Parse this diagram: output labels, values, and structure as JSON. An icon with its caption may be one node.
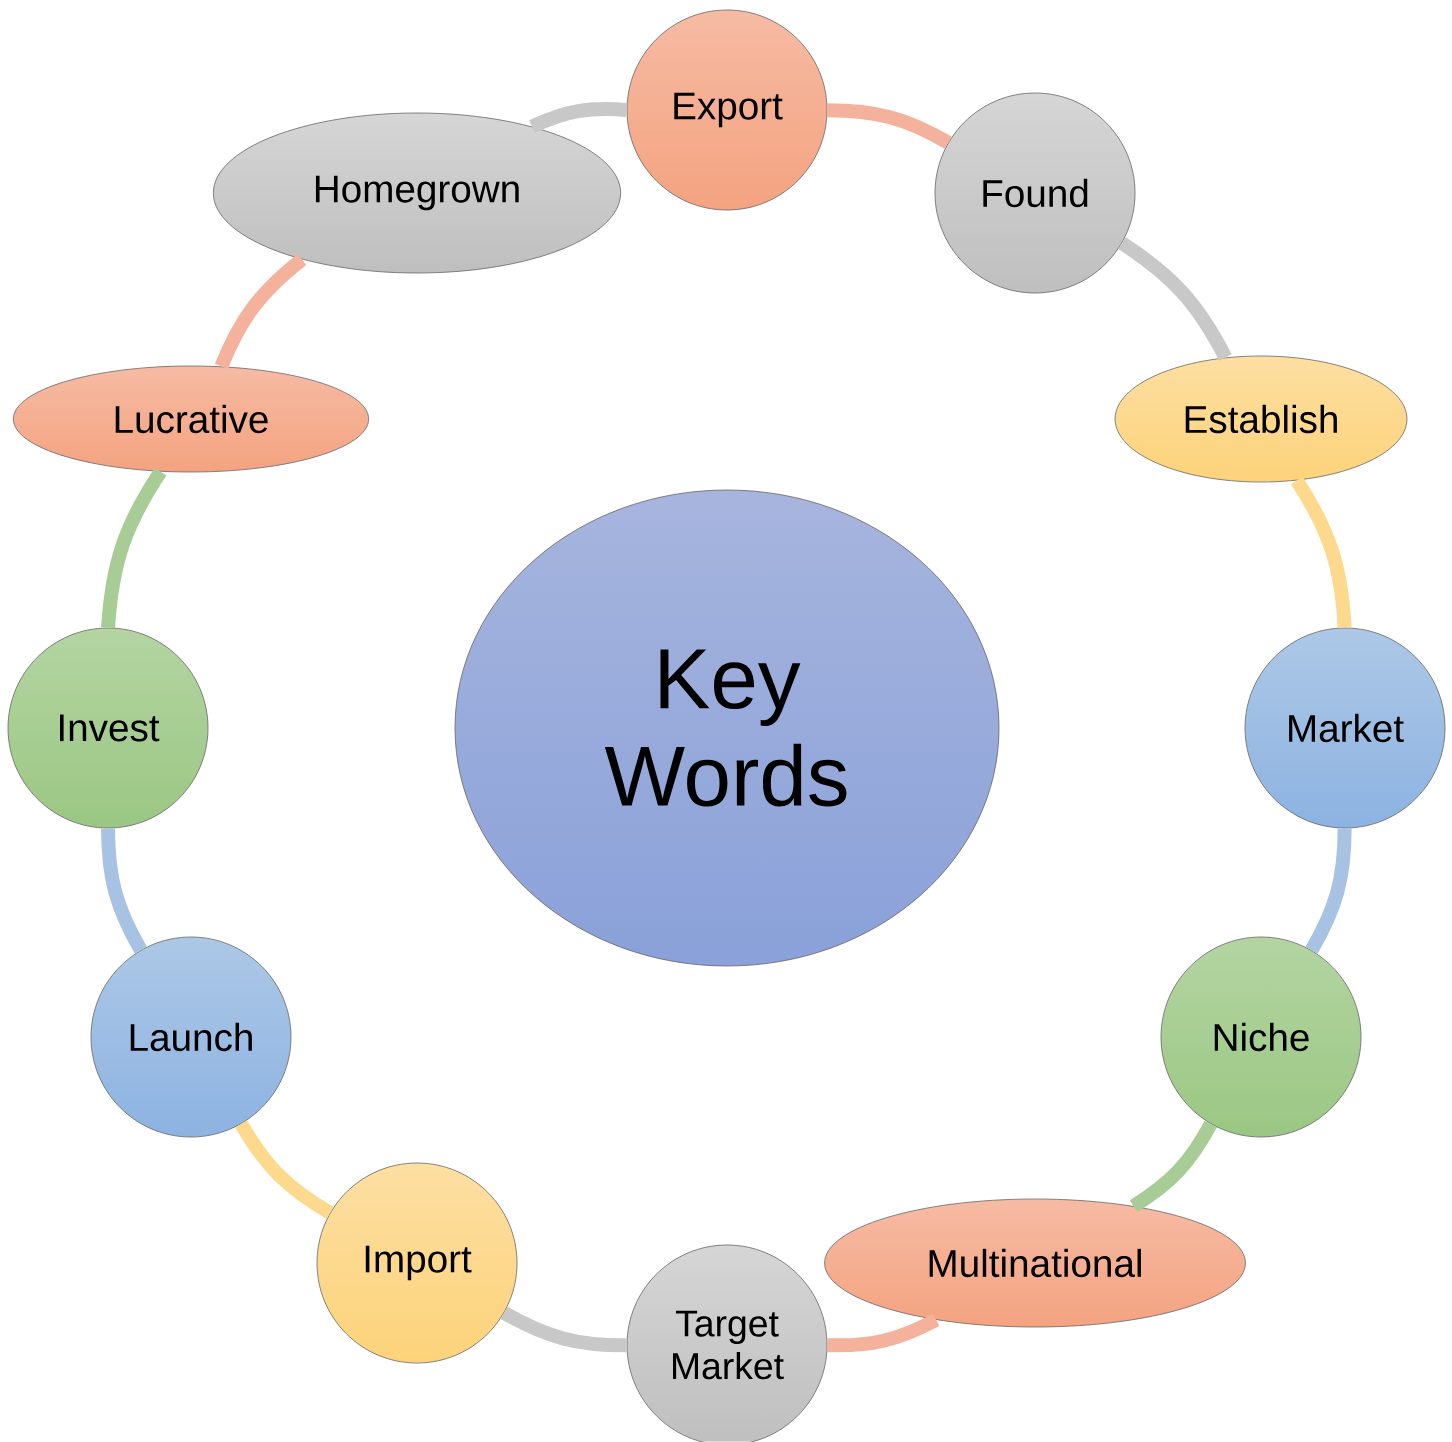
{
  "diagram": {
    "nodes": [
      {
        "text": [
          "Key Words"
        ]
      },
      {
        "text": [
          "Export"
        ]
      },
      {
        "text": [
          "Found"
        ]
      },
      {
        "text": [
          "Establish"
        ]
      },
      {
        "text": [
          "Market"
        ]
      },
      {
        "text": [
          "Niche"
        ]
      },
      {
        "text": [
          "Multinational"
        ]
      },
      {
        "text": [
          "Target Market"
        ]
      },
      {
        "text": [
          "Import"
        ]
      },
      {
        "text": [
          "Launch"
        ]
      },
      {
        "text": [
          "Invest"
        ]
      },
      {
        "text": [
          "Lucrative"
        ]
      },
      {
        "text": [
          "Homegrown"
        ]
      }
    ],
    "edges": [
      {
        "from": 1,
        "to": 2,
        "arrow": "none",
        "color": "#f4b29c"
      },
      {
        "from": 2,
        "to": 3,
        "arrow": "none",
        "color": "#c8c8c8"
      },
      {
        "from": 3,
        "to": 4,
        "arrow": "none",
        "color": "#fdd98e"
      },
      {
        "from": 4,
        "to": 5,
        "arrow": "none",
        "color": "#a8c2e3"
      },
      {
        "from": 5,
        "to": 6,
        "arrow": "none",
        "color": "#a7cc95"
      },
      {
        "from": 6,
        "to": 7,
        "arrow": "none",
        "color": "#f4b29c"
      },
      {
        "from": 7,
        "to": 8,
        "arrow": "none",
        "color": "#c8c8c8"
      },
      {
        "from": 8,
        "to": 9,
        "arrow": "none",
        "color": "#fdd98e"
      },
      {
        "from": 9,
        "to": 10,
        "arrow": "none",
        "color": "#a8c2e3"
      },
      {
        "from": 10,
        "to": 11,
        "arrow": "none",
        "color": "#a7cc95"
      },
      {
        "from": 11,
        "to": 12,
        "arrow": "none",
        "color": "#f4b29c"
      },
      {
        "from": 12,
        "to": 1,
        "arrow": "none",
        "color": "#c8c8c8"
      }
    ]
  }
}
